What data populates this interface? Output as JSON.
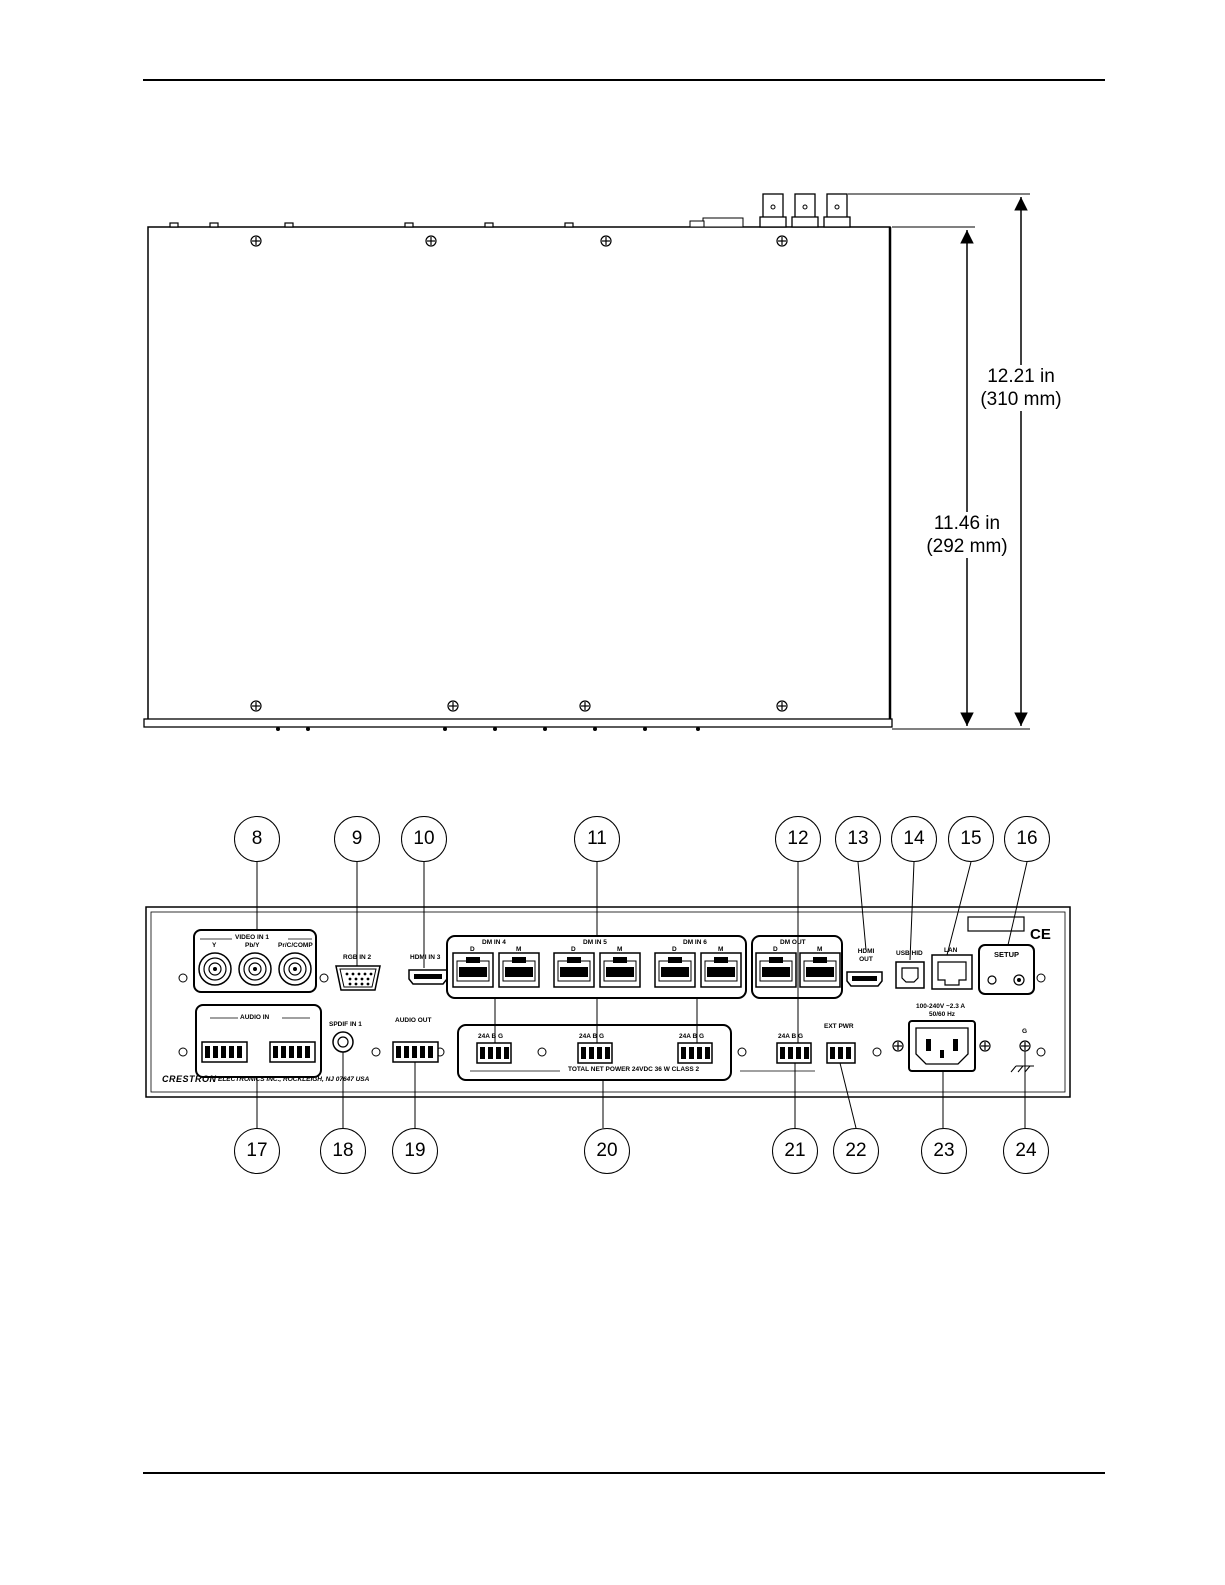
{
  "dimensions": {
    "outer_height": {
      "inches": "12.21 in",
      "mm": "(310 mm)"
    },
    "body_height": {
      "inches": "11.46 in",
      "mm": "(292 mm)"
    }
  },
  "callouts_top": [
    "8",
    "9",
    "10",
    "11",
    "12",
    "13",
    "14",
    "15",
    "16"
  ],
  "callouts_bottom": [
    "17",
    "18",
    "19",
    "20",
    "21",
    "22",
    "23",
    "24"
  ],
  "panel": {
    "video_in": "VIDEO IN 1",
    "video_y": "Y",
    "video_pby": "Pb/Y",
    "video_pr": "Pr/C/COMP",
    "rgb_in": "RGB IN 2",
    "hdmi_in": "HDMI IN 3",
    "dm_in4": "DM IN 4",
    "dm_in5": "DM IN 5",
    "dm_in6": "DM IN 6",
    "dm_out": "DM OUT",
    "hdmi_out": "HDMI OUT",
    "usb_hid": "USB HID",
    "lan": "LAN",
    "setup": "SETUP",
    "audio_in": "AUDIO IN",
    "spdif": "SPDIF IN 1",
    "audio_out": "AUDIO OUT",
    "ext_pwr": "EXT PWR",
    "power": "100-240V ~2.3 A",
    "freq": "50/60 Hz",
    "net_power": "TOTAL NET POWER  24VDC  36 W CLASS 2",
    "brand": "CRESTRON",
    "maker": "ELECTRONICS INC., ROCKLEIGH, NJ 07647   USA",
    "port_d": "D",
    "port_m": "M",
    "net_terms": "24A B G",
    "ground": "G",
    "ce": "CE"
  }
}
